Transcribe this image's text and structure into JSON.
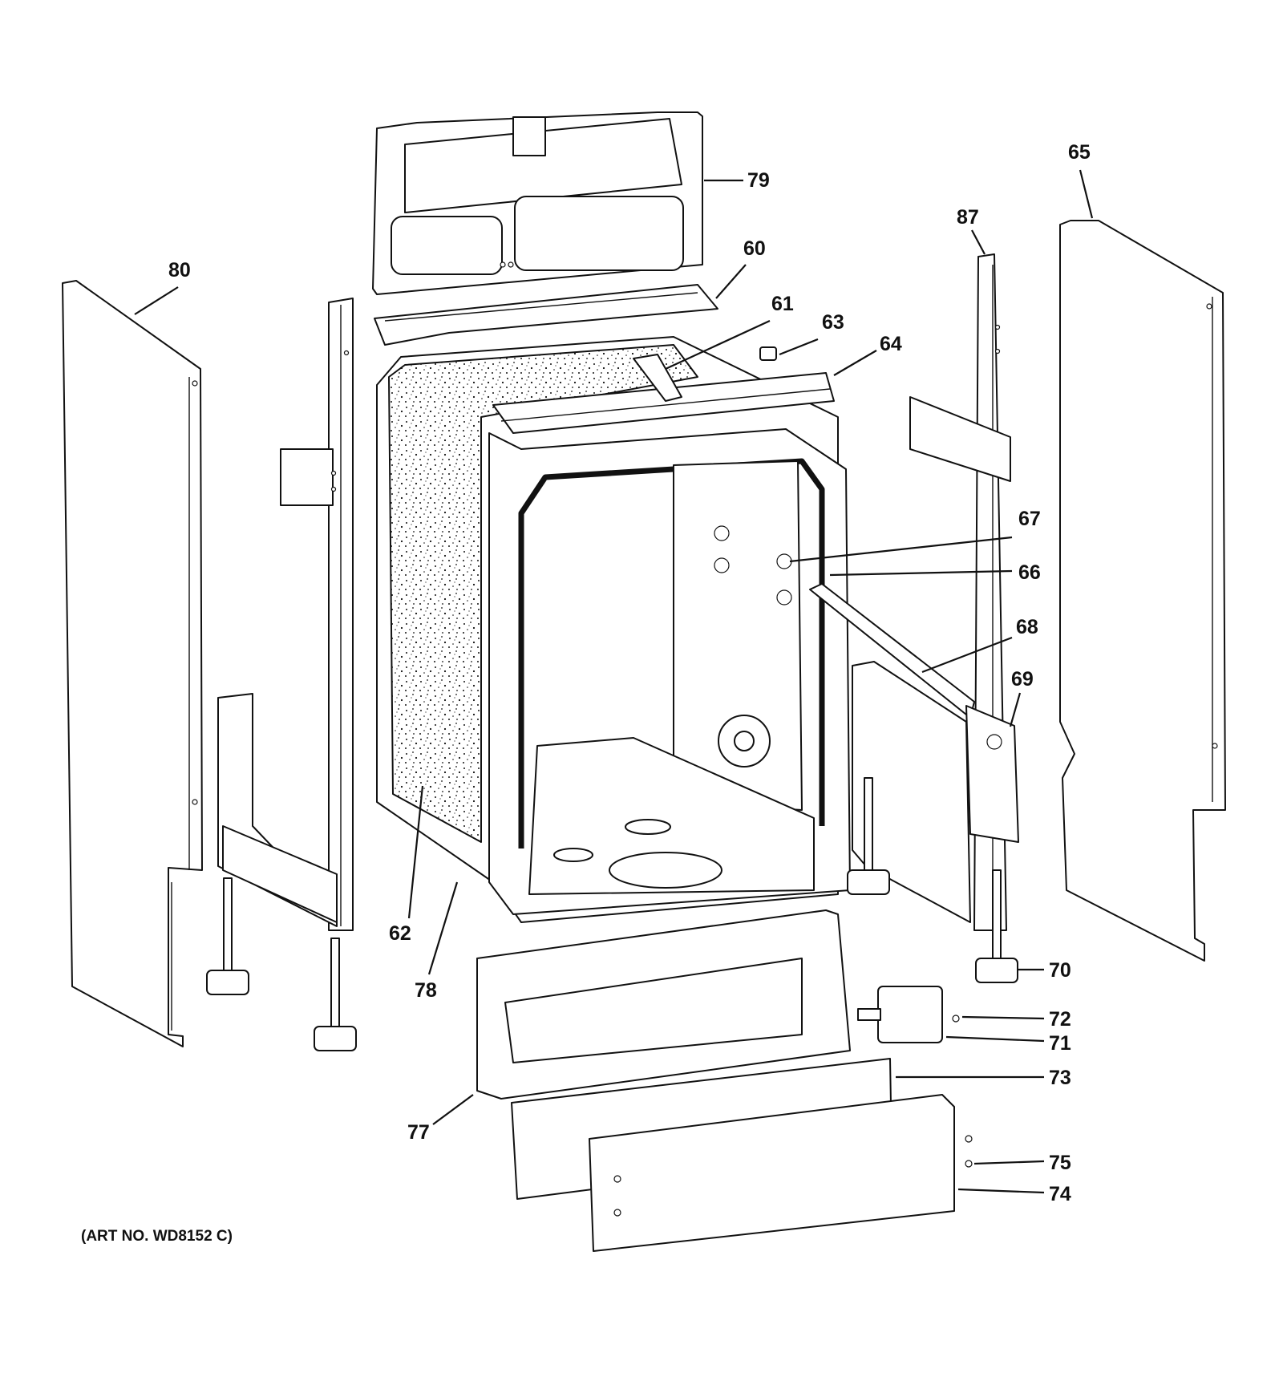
{
  "art_number": "(ART NO. WD8152 C)",
  "callouts": {
    "p60": "60",
    "p61": "61",
    "p62": "62",
    "p63": "63",
    "p64": "64",
    "p65": "65",
    "p66": "66",
    "p67": "67",
    "p68": "68",
    "p69": "69",
    "p70": "70",
    "p71": "71",
    "p72": "72",
    "p73": "73",
    "p74": "74",
    "p75": "75",
    "p77": "77",
    "p78": "78",
    "p79": "79",
    "p80": "80",
    "p87": "87"
  }
}
